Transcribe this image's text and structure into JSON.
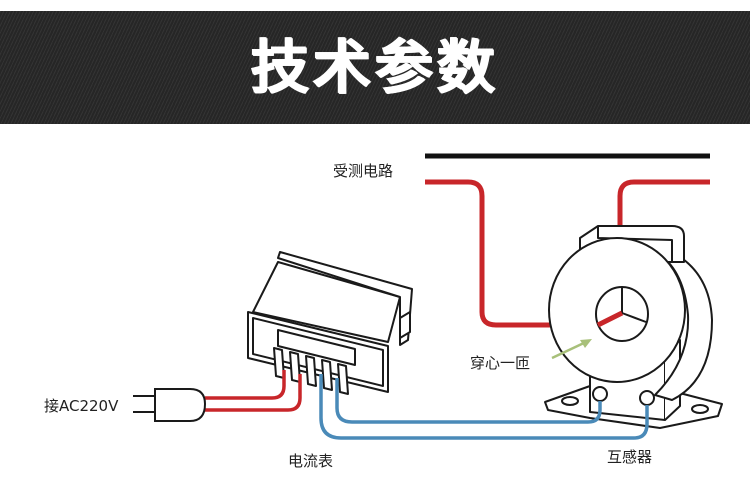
{
  "header": {
    "title": "技术参数"
  },
  "diagram": {
    "labels": {
      "circuit_under_test": "受测电路",
      "single_turn": "穿心一匝",
      "power_input": "接AC220V",
      "ammeter": "电流表",
      "transformer": "互感器"
    },
    "components": {
      "ammeter_icon": "panel-ammeter-icon",
      "transformer_icon": "current-transformer-icon",
      "plug_icon": "power-plug-icon"
    },
    "colors": {
      "banner": "#262626",
      "title": "#ffffff",
      "neutral_line": "#111111",
      "live_wire": "#c8262a",
      "signal_wire": "#4a8ab8",
      "arrow": "#a8c07a",
      "outline": "#1a1a1a"
    }
  }
}
